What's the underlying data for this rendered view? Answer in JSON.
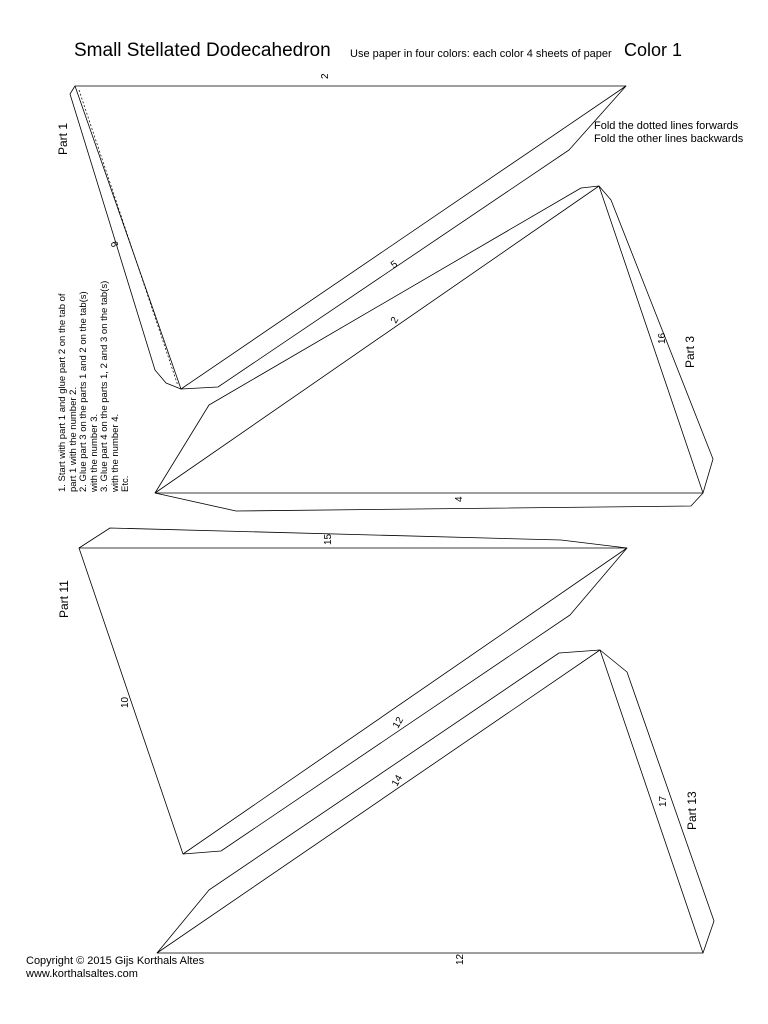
{
  "header": {
    "title": "Small Stellated Dodecahedron",
    "subtitle": "Use paper in four colors: each color 4 sheets of paper",
    "color_label": "Color 1"
  },
  "fold_instructions": {
    "line1": "Fold the dotted lines forwards",
    "line2": "Fold the other lines backwards"
  },
  "assembly_instructions": [
    "1. Start with part 1 and glue part 2 on the tab of",
    "part 1 with the number 2.",
    "2. Glue part 3 on the parts 1 and 2 on the tab(s)",
    "with the number 3.",
    "3. Glue part 4 on the parts 1, 2 and 3 on the tab(s)",
    "with the number 4.",
    "Etc."
  ],
  "parts": {
    "part1": "Part 1",
    "part3": "Part 3",
    "part11": "Part 11",
    "part13": "Part 13"
  },
  "edge_numbers": {
    "p1_top": "2",
    "p1_left": "6",
    "p1_diag": "5",
    "p3_diag": "2",
    "p3_right": "16",
    "p3_bottom": "4",
    "p11_top": "15",
    "p11_left": "10",
    "p11_diag": "12",
    "p13_diag": "14",
    "p13_right": "17",
    "p13_bottom": "12"
  },
  "footer": {
    "copyright": "Copyright © 2015  Gijs Korthals Altes",
    "website": "www.korthalsaltes.com"
  }
}
